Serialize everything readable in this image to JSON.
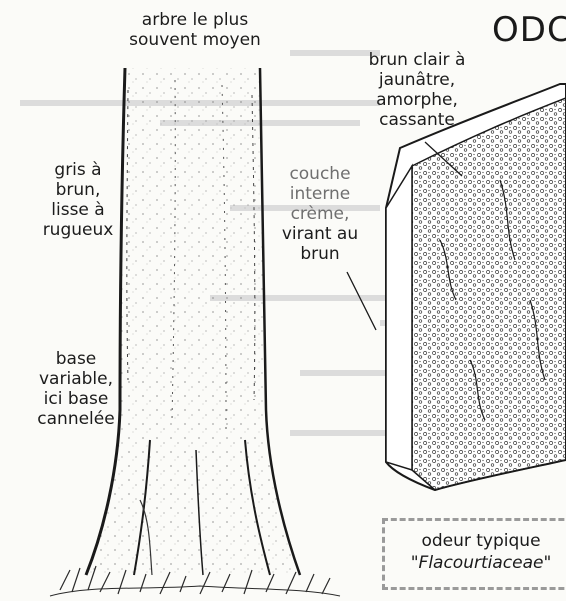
{
  "title_partial": "ODC",
  "labels": {
    "tree_size": [
      "arbre le plus",
      "souvent moyen"
    ],
    "bark_surface": [
      "gris à",
      "brun,",
      "lisse à",
      "rugueux"
    ],
    "trunk_base": [
      "base",
      "variable,",
      "ici base",
      "cannelée"
    ],
    "outer_bark": [
      "brun clair à",
      "jaunâtre,",
      "amorphe,",
      "cassante"
    ],
    "inner_layer": [
      "couche",
      "interne",
      "crème,",
      "virant au",
      "brun"
    ]
  },
  "odor": {
    "line1": "odeur typique",
    "line2": "\"Flacourtiaceae\""
  }
}
